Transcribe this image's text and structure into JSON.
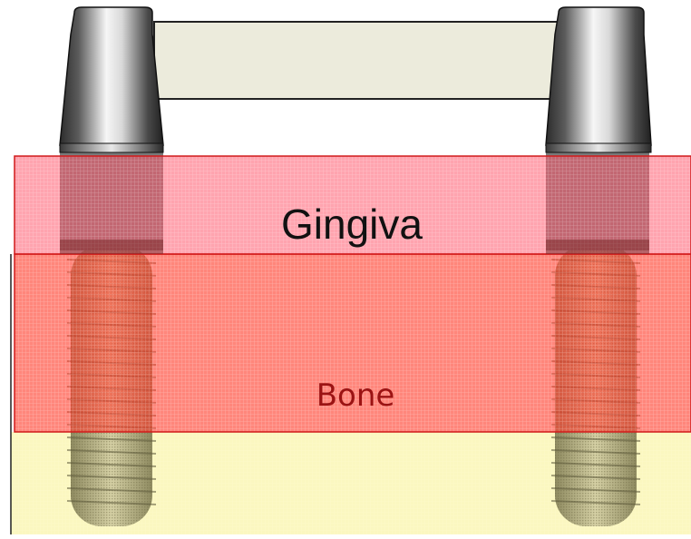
{
  "labels": {
    "gingiva": "Gingiva",
    "bone": "Bone"
  },
  "colors": {
    "gingiva": "#ff5a6e",
    "bone_overlay": "#ff3b2a",
    "deep_bone": "#fbf7c0",
    "bridge": "#ecebdc",
    "abutment_dark": "#3a3a3a",
    "abutment_light": "#f4f4f4",
    "implant_thread": "#8e8a62"
  },
  "diagram": {
    "structures": [
      "bridge",
      "abutment",
      "implant",
      "gingiva",
      "bone"
    ],
    "implant_count": 2
  }
}
